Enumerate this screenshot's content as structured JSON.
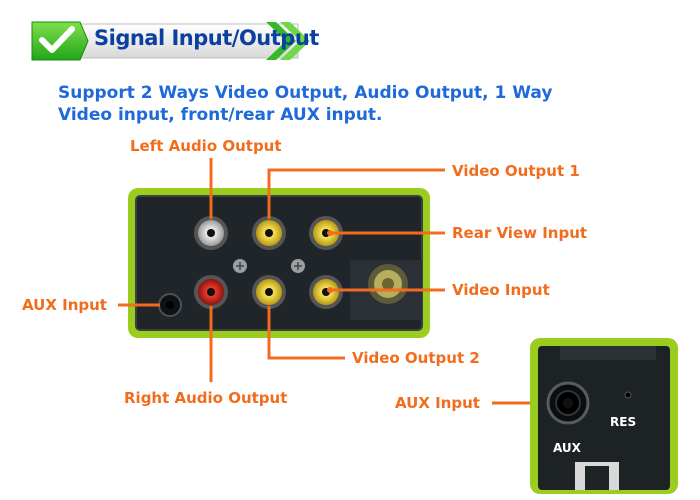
{
  "header": {
    "title": "Signal Input/Output"
  },
  "description": "Support 2 Ways Video Output, Audio Output, 1 Way Video input, front/rear AUX input.",
  "labels": {
    "left_audio_output": "Left Audio Output",
    "video_output_1": "Video Output 1",
    "rear_view_input": "Rear View Input",
    "video_input": "Video Input",
    "aux_input_left": "AUX Input",
    "video_output_2": "Video Output 2",
    "right_audio_output": "Right Audio Output",
    "aux_input_bottom": "AUX Input"
  },
  "panel_text": {
    "aux": "AUX",
    "res": "RES"
  },
  "colors": {
    "accent_orange": "#f26c1d",
    "frame_green": "#9acd1e",
    "text_blue": "#1e6ad8",
    "title_blue": "#0b3fa0"
  }
}
